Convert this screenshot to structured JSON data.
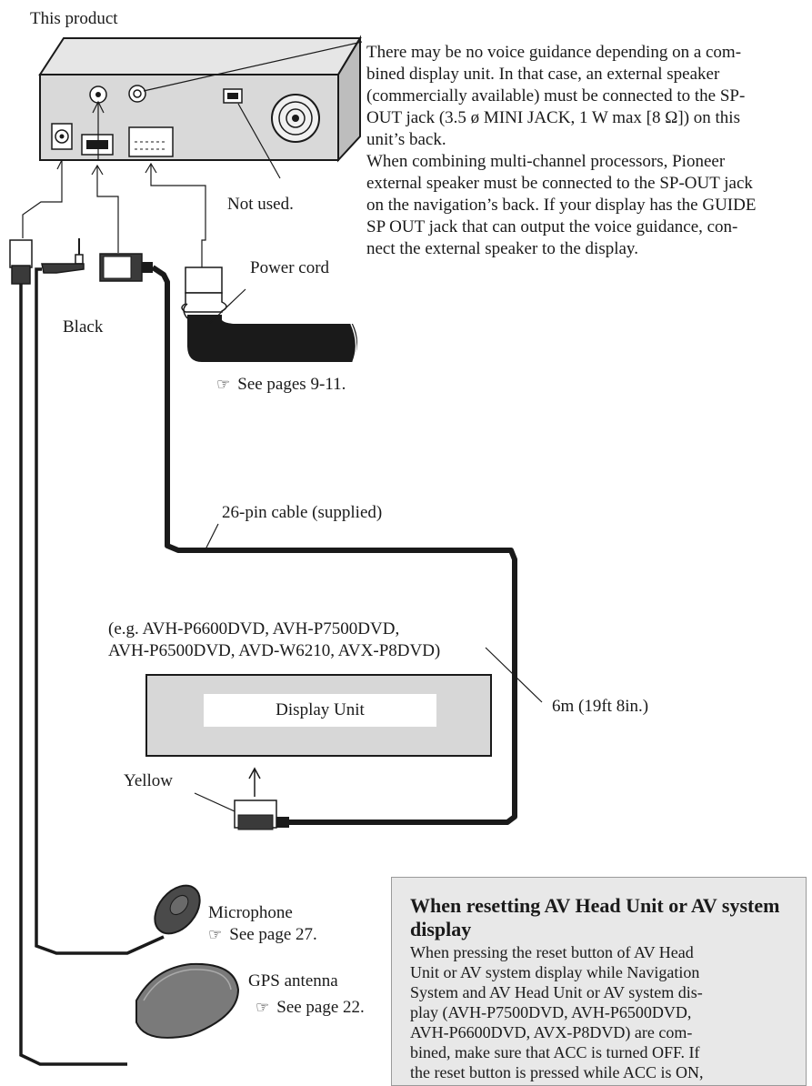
{
  "labels": {
    "this_product": "This product",
    "not_used": "Not used.",
    "power_cord": "Power cord",
    "black": "Black",
    "see_pages_9_11": "See pages 9-11.",
    "cable_26pin": "26-pin cable (supplied)",
    "length_6m": "6m (19ft 8in.)",
    "models_line1": "(e.g. AVH-P6600DVD, AVH-P7500DVD,",
    "models_line2": "AVH-P6500DVD, AVD-W6210, AVX-P8DVD)",
    "display_unit": "Display Unit",
    "yellow": "Yellow",
    "microphone": "Microphone",
    "see_page_27": "See page 27.",
    "gps_antenna": "GPS antenna",
    "see_page_22": "See page 22."
  },
  "voice_note": "There may be no voice guidance depending on a com-\nbined display unit. In that case, an external speaker\n(commercially available) must be connected to the SP-\nOUT jack (3.5 ø MINI JACK, 1 W max [8 Ω]) on this\nunit’s back.\nWhen combining multi-channel processors, Pioneer\nexternal speaker must be connected to the SP-OUT jack\non the navigation’s back. If your display has the GUIDE\nSP OUT jack that can output the voice guidance, con-\nnect the external speaker to the display.",
  "reset_note": {
    "title": "When resetting AV Head Unit or AV system display",
    "body": "When pressing the reset button of AV Head\nUnit or AV system display while Navigation\nSystem and AV Head Unit or AV system dis-\nplay (AVH-P7500DVD, AVH-P6500DVD,\nAVH-P6600DVD, AVX-P8DVD) are com-\nbined, make sure that ACC is turned OFF. If\nthe reset button is pressed while ACC is ON,"
  },
  "icons": {
    "reference": "☞"
  }
}
